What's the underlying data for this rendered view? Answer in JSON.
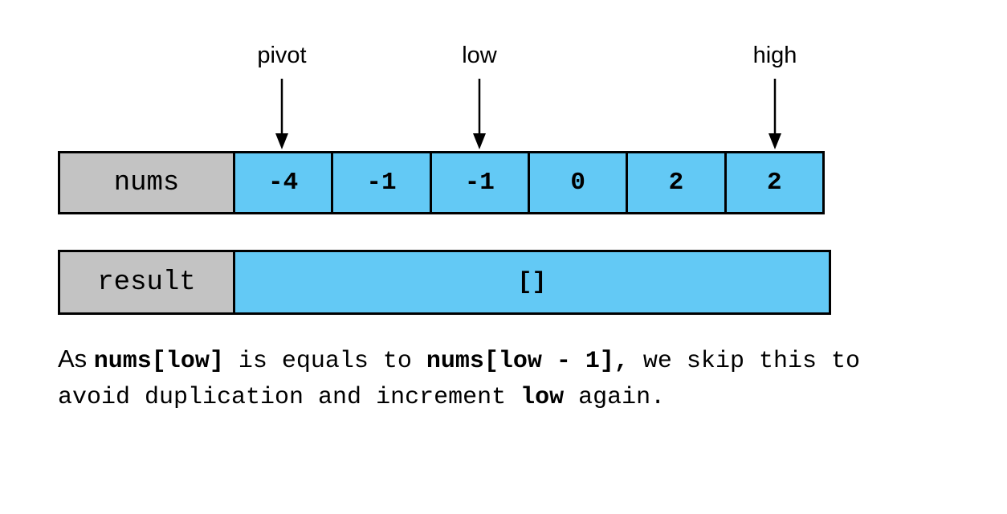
{
  "diagram": {
    "pointers": [
      {
        "label": "pivot"
      },
      {
        "label": "low"
      },
      {
        "label": "high"
      }
    ],
    "nums_row": {
      "label": "nums",
      "values": [
        "-4",
        "-1",
        "-1",
        "0",
        "2",
        "2"
      ]
    },
    "result_row": {
      "label": "result",
      "value": "[]"
    },
    "colors": {
      "cell_blue": "#63c9f5",
      "label_gray": "#c3c3c3",
      "border": "#000000"
    }
  },
  "caption": {
    "line1": [
      {
        "text": "As ",
        "style": "sans"
      },
      {
        "text": "nums[low]",
        "style": "mono-bold"
      },
      {
        "text": " is equals to ",
        "style": "mono"
      },
      {
        "text": "nums[low - 1],",
        "style": "mono-bold"
      },
      {
        "text": " we skip this to",
        "style": "mono"
      }
    ],
    "line2": [
      {
        "text": "avoid duplication and increment ",
        "style": "mono"
      },
      {
        "text": "low",
        "style": "mono-bold"
      },
      {
        "text": " again.",
        "style": "mono"
      }
    ]
  }
}
